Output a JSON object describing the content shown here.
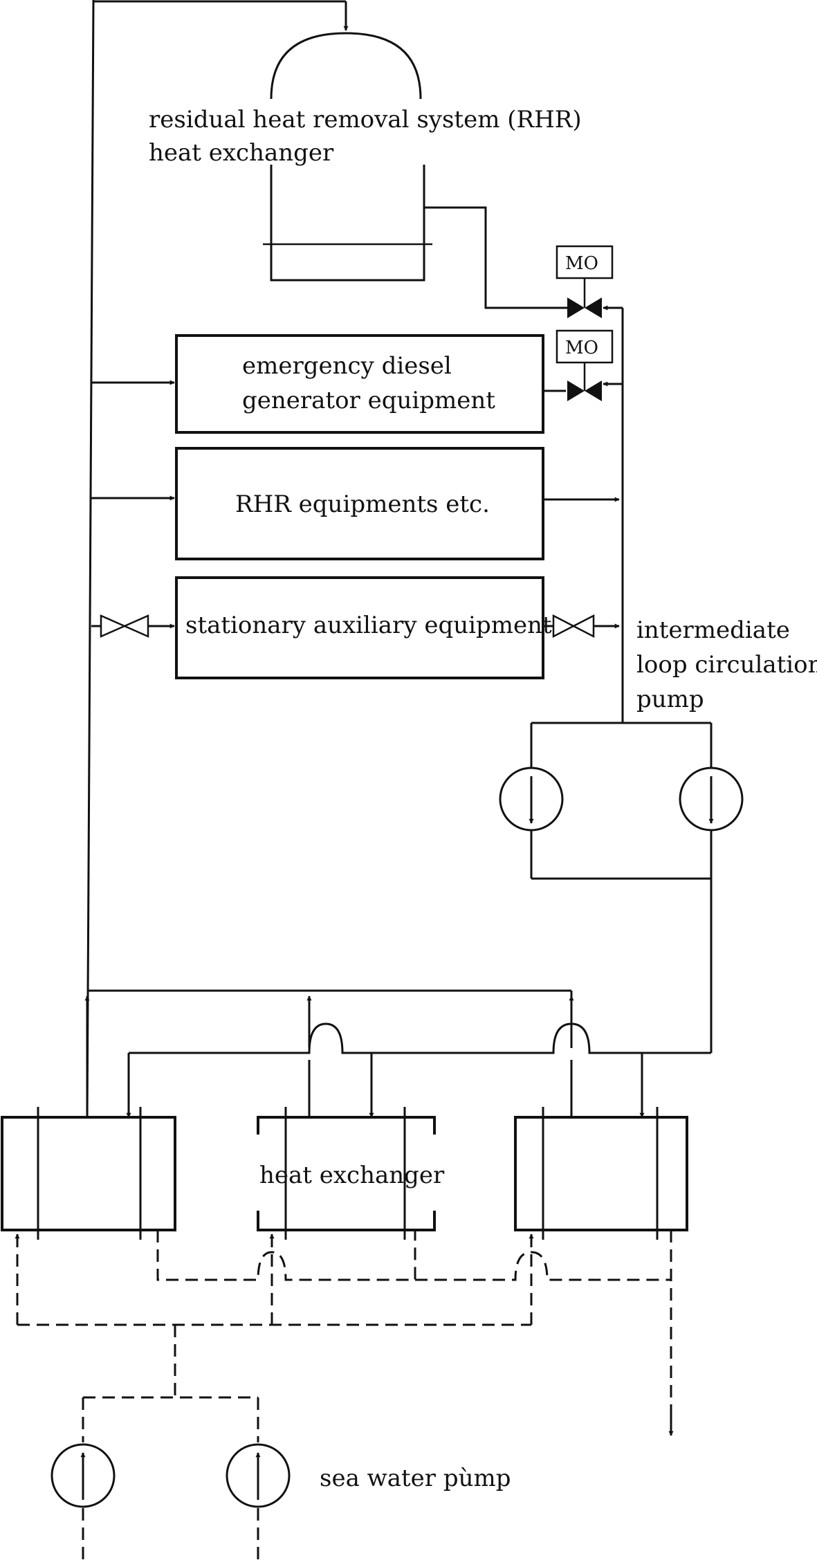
{
  "labels": {
    "rhr_hx_line1": "residual heat removal system (RHR)",
    "rhr_hx_line2": "heat exchanger",
    "edg_line1": "emergency diesel",
    "edg_line2": "generator equipment",
    "rhr_equip": "RHR equipments etc.",
    "stationary_aux": "stationary auxiliary equipment",
    "pump_line1": "intermediate",
    "pump_line2": "loop circulation",
    "pump_line3": "pump",
    "heat_exchanger": "heat exchanger",
    "sea_water_pump": "sea water pùmp"
  },
  "valves": {
    "mo_top": "MO",
    "mo_bottom": "MO"
  }
}
